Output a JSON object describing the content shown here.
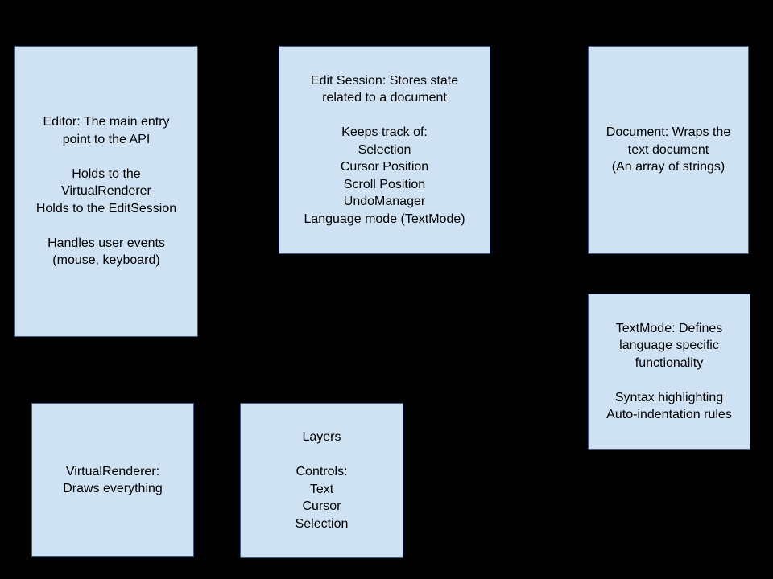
{
  "colors": {
    "background": "#000000",
    "box_fill": "#cfe2f3",
    "box_border": "#3d5a80",
    "text": "#000000"
  },
  "boxes": {
    "editor": {
      "lines": [
        "Editor: The main entry",
        "point to the API",
        "",
        "Holds to the",
        "VirtualRenderer",
        "Holds to the EditSession",
        "",
        "Handles user events",
        "(mouse, keyboard)"
      ]
    },
    "edit_session": {
      "lines": [
        "Edit Session: Stores state",
        "related to a document",
        "",
        "Keeps track of:",
        "Selection",
        "Cursor Position",
        "Scroll Position",
        "UndoManager",
        "Language mode (TextMode)"
      ]
    },
    "document": {
      "lines": [
        "Document: Wraps the",
        "text document",
        "(An array of strings)"
      ]
    },
    "textmode": {
      "lines": [
        "TextMode: Defines",
        "language specific",
        "functionality",
        "",
        "Syntax highlighting",
        "Auto-indentation rules"
      ]
    },
    "virtualrenderer": {
      "lines": [
        "VirtualRenderer:",
        "Draws everything"
      ]
    },
    "layers": {
      "lines": [
        "Layers",
        "",
        "Controls:",
        "Text",
        "Cursor",
        "Selection"
      ]
    }
  }
}
